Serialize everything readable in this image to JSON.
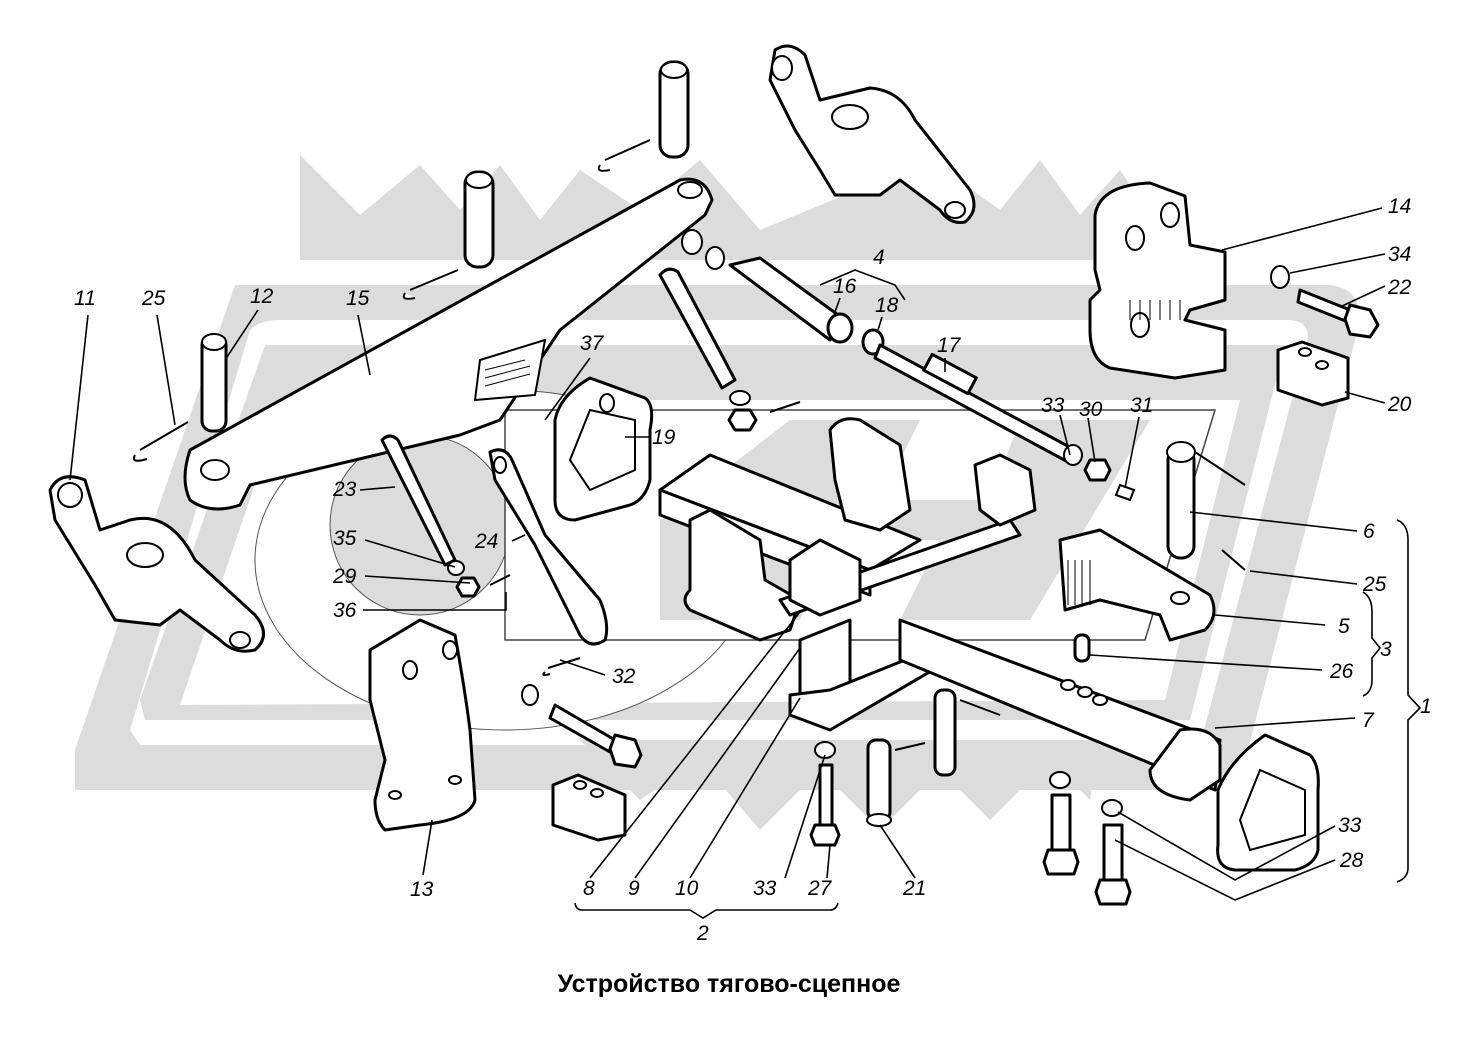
{
  "diagram": {
    "title": "Устройство тягово-сцепное",
    "type": "exploded-parts-diagram",
    "watermark": "OPEX",
    "colors": {
      "line": "#000000",
      "background": "#ffffff",
      "watermark": "#dcdcdc"
    },
    "callouts": [
      {
        "id": "c11",
        "text": "11"
      },
      {
        "id": "c25a",
        "text": "25"
      },
      {
        "id": "c12",
        "text": "12"
      },
      {
        "id": "c15",
        "text": "15"
      },
      {
        "id": "c37",
        "text": "37"
      },
      {
        "id": "c19",
        "text": "19"
      },
      {
        "id": "c4",
        "text": "4"
      },
      {
        "id": "c16",
        "text": "16"
      },
      {
        "id": "c18",
        "text": "18"
      },
      {
        "id": "c17",
        "text": "17"
      },
      {
        "id": "c14",
        "text": "14"
      },
      {
        "id": "c34",
        "text": "34"
      },
      {
        "id": "c22",
        "text": "22"
      },
      {
        "id": "c20",
        "text": "20"
      },
      {
        "id": "c33a",
        "text": "33"
      },
      {
        "id": "c30",
        "text": "30"
      },
      {
        "id": "c31",
        "text": "31"
      },
      {
        "id": "c23",
        "text": "23"
      },
      {
        "id": "c35",
        "text": "35"
      },
      {
        "id": "c24",
        "text": "24"
      },
      {
        "id": "c29",
        "text": "29"
      },
      {
        "id": "c36",
        "text": "36"
      },
      {
        "id": "c32",
        "text": "32"
      },
      {
        "id": "c6",
        "text": "6"
      },
      {
        "id": "c25b",
        "text": "25"
      },
      {
        "id": "c5",
        "text": "5"
      },
      {
        "id": "c3",
        "text": "3"
      },
      {
        "id": "c26",
        "text": "26"
      },
      {
        "id": "c1",
        "text": "1"
      },
      {
        "id": "c7",
        "text": "7"
      },
      {
        "id": "c33b",
        "text": "33"
      },
      {
        "id": "c28",
        "text": "28"
      },
      {
        "id": "c13",
        "text": "13"
      },
      {
        "id": "c8",
        "text": "8"
      },
      {
        "id": "c9",
        "text": "9"
      },
      {
        "id": "c10",
        "text": "10"
      },
      {
        "id": "c33c",
        "text": "33"
      },
      {
        "id": "c27",
        "text": "27"
      },
      {
        "id": "c21",
        "text": "21"
      },
      {
        "id": "c2",
        "text": "2"
      }
    ],
    "assemblies": [
      {
        "number": "1",
        "includes": [
          "6",
          "25",
          "5",
          "26",
          "7",
          "33",
          "28"
        ]
      },
      {
        "number": "2",
        "includes": [
          "8",
          "9",
          "10",
          "33",
          "27"
        ]
      },
      {
        "number": "3",
        "includes": [
          "5",
          "26"
        ]
      },
      {
        "number": "4",
        "includes": [
          "16",
          "18"
        ]
      }
    ]
  }
}
